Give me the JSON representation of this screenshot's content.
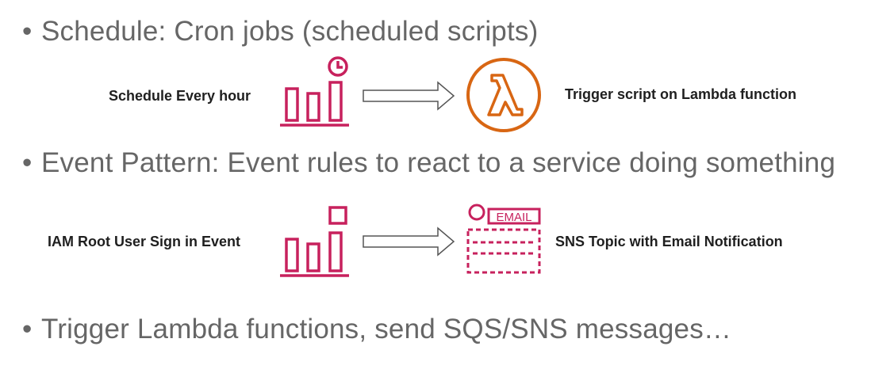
{
  "bullets": [
    "Schedule: Cron jobs (scheduled scripts)",
    "Event Pattern: Event rules to react to a service doing something",
    "Trigger Lambda functions, send SQS/SNS messages…"
  ],
  "bullet_char": "•",
  "rows": [
    {
      "left_label": "Schedule Every hour",
      "right_label": "Trigger script on Lambda function"
    },
    {
      "left_label": "IAM Root User Sign in Event",
      "right_label": "SNS Topic with Email Notification",
      "email_text": "EMAIL"
    }
  ],
  "colors": {
    "eventbridge": "#c7215d",
    "lambda": "#d86613",
    "bullet_text": "#666666",
    "label_text": "#1f1f1f",
    "arrow": "#555555"
  }
}
